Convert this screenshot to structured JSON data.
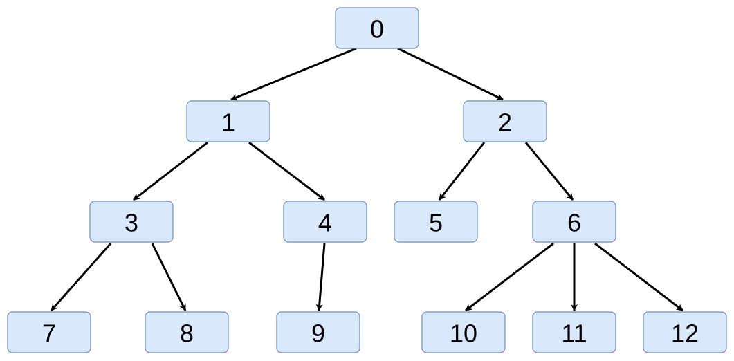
{
  "diagram": {
    "type": "tree",
    "colors": {
      "node_fill": "#dae8fc",
      "node_stroke": "#6c8ebf",
      "edge": "#000000",
      "text": "#000000"
    },
    "nodes": [
      {
        "id": "n0",
        "label": "0"
      },
      {
        "id": "n1",
        "label": "1"
      },
      {
        "id": "n2",
        "label": "2"
      },
      {
        "id": "n3",
        "label": "3"
      },
      {
        "id": "n4",
        "label": "4"
      },
      {
        "id": "n5",
        "label": "5"
      },
      {
        "id": "n6",
        "label": "6"
      },
      {
        "id": "n7",
        "label": "7"
      },
      {
        "id": "n8",
        "label": "8"
      },
      {
        "id": "n9",
        "label": "9"
      },
      {
        "id": "n10",
        "label": "10"
      },
      {
        "id": "n11",
        "label": "11"
      },
      {
        "id": "n12",
        "label": "12"
      }
    ],
    "edges": [
      {
        "from": "n0",
        "to": "n1"
      },
      {
        "from": "n0",
        "to": "n2"
      },
      {
        "from": "n1",
        "to": "n3"
      },
      {
        "from": "n1",
        "to": "n4"
      },
      {
        "from": "n2",
        "to": "n5"
      },
      {
        "from": "n2",
        "to": "n6"
      },
      {
        "from": "n3",
        "to": "n7"
      },
      {
        "from": "n3",
        "to": "n8"
      },
      {
        "from": "n4",
        "to": "n9"
      },
      {
        "from": "n6",
        "to": "n10"
      },
      {
        "from": "n6",
        "to": "n11"
      },
      {
        "from": "n6",
        "to": "n12"
      }
    ]
  }
}
